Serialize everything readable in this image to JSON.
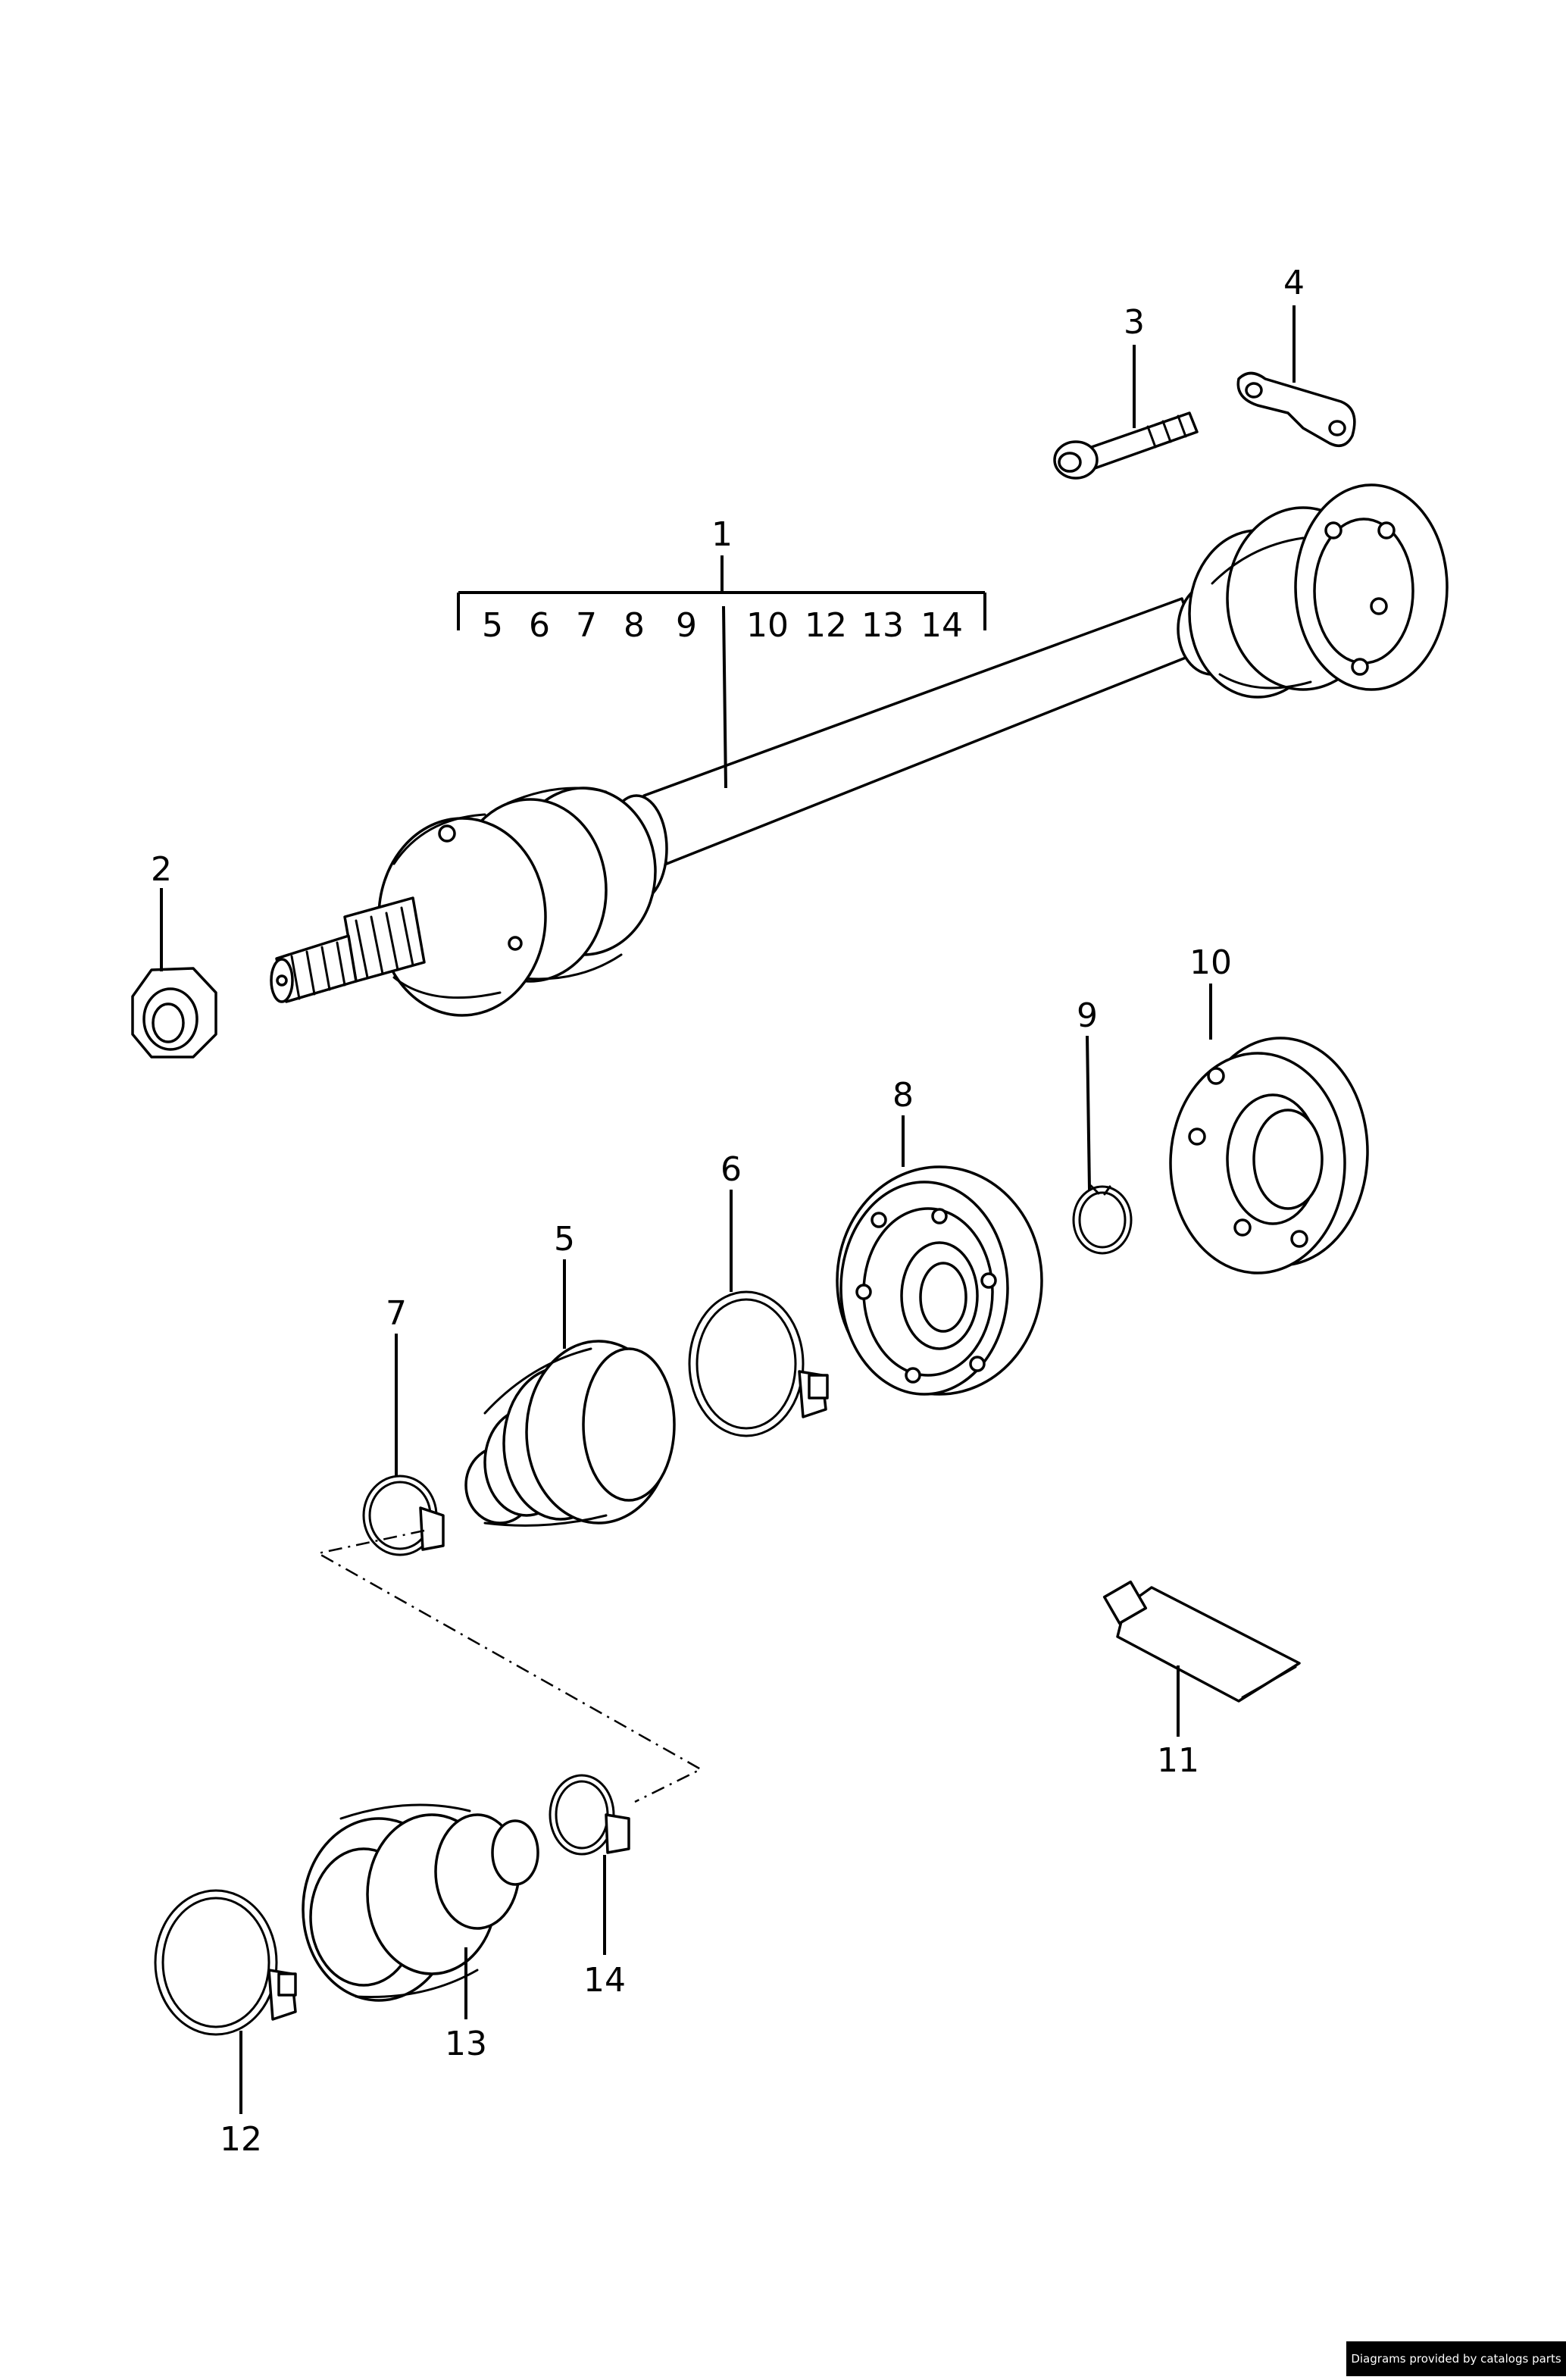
{
  "callouts": {
    "c1": "1",
    "c2": "2",
    "c3": "3",
    "c4": "4",
    "c5": "5",
    "c6": "6",
    "c7": "7",
    "c8": "8",
    "c9": "9",
    "c10": "10",
    "c11": "11",
    "c12": "12",
    "c13": "13",
    "c14": "14"
  },
  "assembly_group": {
    "members": [
      "5",
      "6",
      "7",
      "8",
      "9",
      "10",
      "12",
      "13",
      "14"
    ]
  },
  "credit": "Diagrams provided by catalogs parts"
}
